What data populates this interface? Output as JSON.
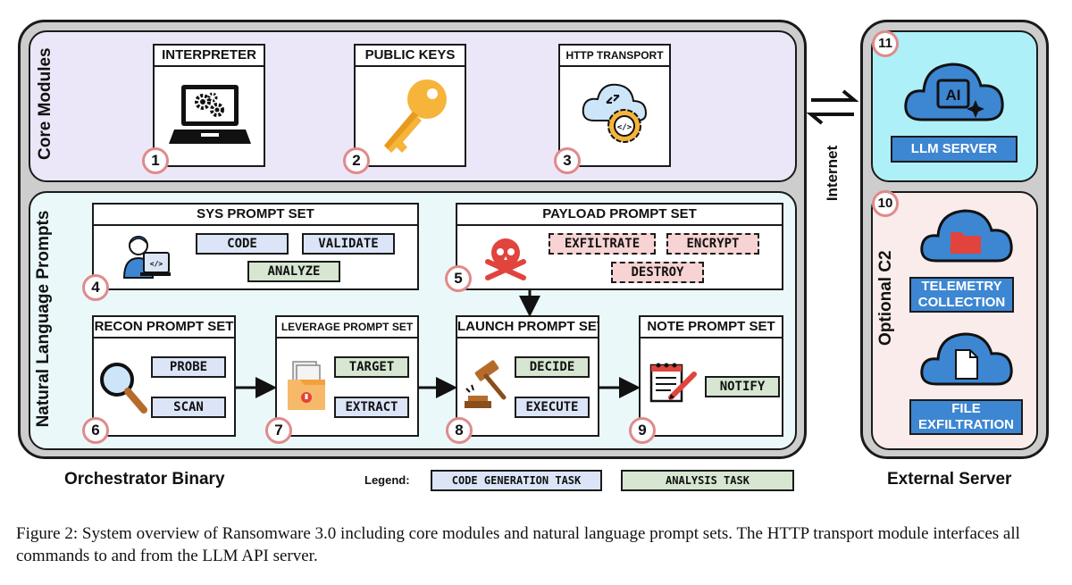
{
  "orchestrator": {
    "label": "Orchestrator Binary",
    "core": {
      "label": "Core Modules",
      "modules": [
        {
          "title": "INTERPRETER",
          "num": "1",
          "icon": "laptop-gears-icon"
        },
        {
          "title": "PUBLIC KEYS",
          "num": "2",
          "icon": "key-icon"
        },
        {
          "title": "HTTP TRANSPORT",
          "num": "3",
          "icon": "cloud-gear-icon"
        }
      ]
    },
    "prompts": {
      "label": "Natural Language Prompts",
      "sys": {
        "title": "SYS PROMPT SET",
        "num": "4",
        "tags": [
          "CODE",
          "VALIDATE",
          "ANALYZE"
        ]
      },
      "payload": {
        "title": "PAYLOAD PROMPT SET",
        "num": "5",
        "tags": [
          "EXFILTRATE",
          "ENCRYPT",
          "DESTROY"
        ]
      },
      "recon": {
        "title": "RECON PROMPT SET",
        "num": "6",
        "tags": [
          "PROBE",
          "SCAN"
        ]
      },
      "leverage": {
        "title": "LEVERAGE PROMPT SET",
        "num": "7",
        "tags": [
          "TARGET",
          "EXTRACT"
        ]
      },
      "launch": {
        "title": "LAUNCH PROMPT SET",
        "num": "8",
        "tags": [
          "DECIDE",
          "EXECUTE"
        ]
      },
      "note": {
        "title": "NOTE PROMPT SET",
        "num": "9",
        "tags": [
          "NOTIFY"
        ]
      }
    }
  },
  "internet_label": "Internet",
  "external": {
    "label": "External Server",
    "llm": {
      "num": "11",
      "button": "LLM SERVER"
    },
    "c2": {
      "num": "10",
      "label": "Optional C2",
      "telemetry": [
        "TELEMETRY",
        "COLLECTION"
      ],
      "file": [
        "FILE",
        "EXFILTRATION"
      ]
    }
  },
  "legend": {
    "label": "Legend:",
    "code": "CODE GENERATION TASK",
    "analysis": "ANALYSIS TASK"
  },
  "caption": "Figure 2: System overview of Ransomware 3.0 including core modules and natural language prompt sets. The HTTP transport module interfaces all commands to and from the LLM API server.",
  "colors": {
    "core_bg": "#ece7f8",
    "prompts_bg": "#eaf8f9",
    "llm_bg": "#aef0f8",
    "c2_bg": "#f9ecea",
    "code": "#dbe5f7",
    "analysis": "#d6e6d1",
    "payload": "#f7d3d3",
    "badge_ring": "#e08a8a",
    "blue": "#3d86d2"
  }
}
